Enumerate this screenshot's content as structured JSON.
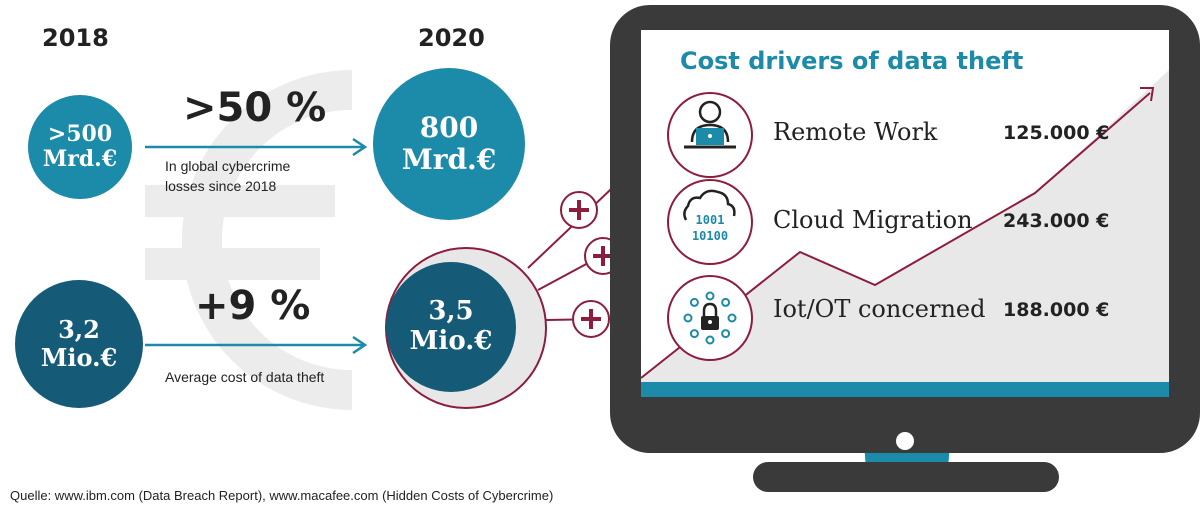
{
  "years": {
    "left": "2018",
    "right": "2020"
  },
  "top_row": {
    "left_line1": ">500",
    "left_line2": "Mrd.€",
    "change": ">50 %",
    "caption_line1": "In global cybercrime",
    "caption_line2": "losses since 2018",
    "right_line1": "800",
    "right_line2": "Mrd.€"
  },
  "bottom_row": {
    "left_line1": "3,2",
    "left_line2": "Mio.€",
    "change": "+9 %",
    "caption": "Average cost of data theft",
    "right_line1": "3,5",
    "right_line2": "Mio.€"
  },
  "screen": {
    "title": "Cost drivers of data theft",
    "drivers": [
      {
        "label": "Remote Work",
        "value": "125.000 €",
        "icon": "person-laptop-icon"
      },
      {
        "label": "Cloud Migration",
        "value": "243.000 €",
        "icon": "cloud-binary-icon"
      },
      {
        "label": "Iot/OT concerned",
        "value": "188.000 €",
        "icon": "network-lock-icon"
      }
    ],
    "cloud_binary_line1": "1001",
    "cloud_binary_line2": "10100"
  },
  "source": "Quelle: www.ibm.com (Data Breach Report), www.macafee.com (Hidden Costs of Cybercrime)",
  "colors": {
    "teal_light": "#1c8aa9",
    "teal_dark": "#155b78",
    "crimson": "#8c1d3c",
    "monitor": "#3a3a3a",
    "euro_watermark": "#ececec"
  }
}
